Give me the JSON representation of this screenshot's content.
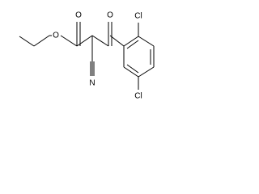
{
  "molecule": {
    "atom_labels": {
      "ester_oxygen": "O",
      "ester_carbonyl_oxygen": "O",
      "ketone_oxygen": "O",
      "nitrile_nitrogen": "N",
      "chlorine_top": "Cl",
      "chlorine_bottom": "Cl"
    }
  }
}
